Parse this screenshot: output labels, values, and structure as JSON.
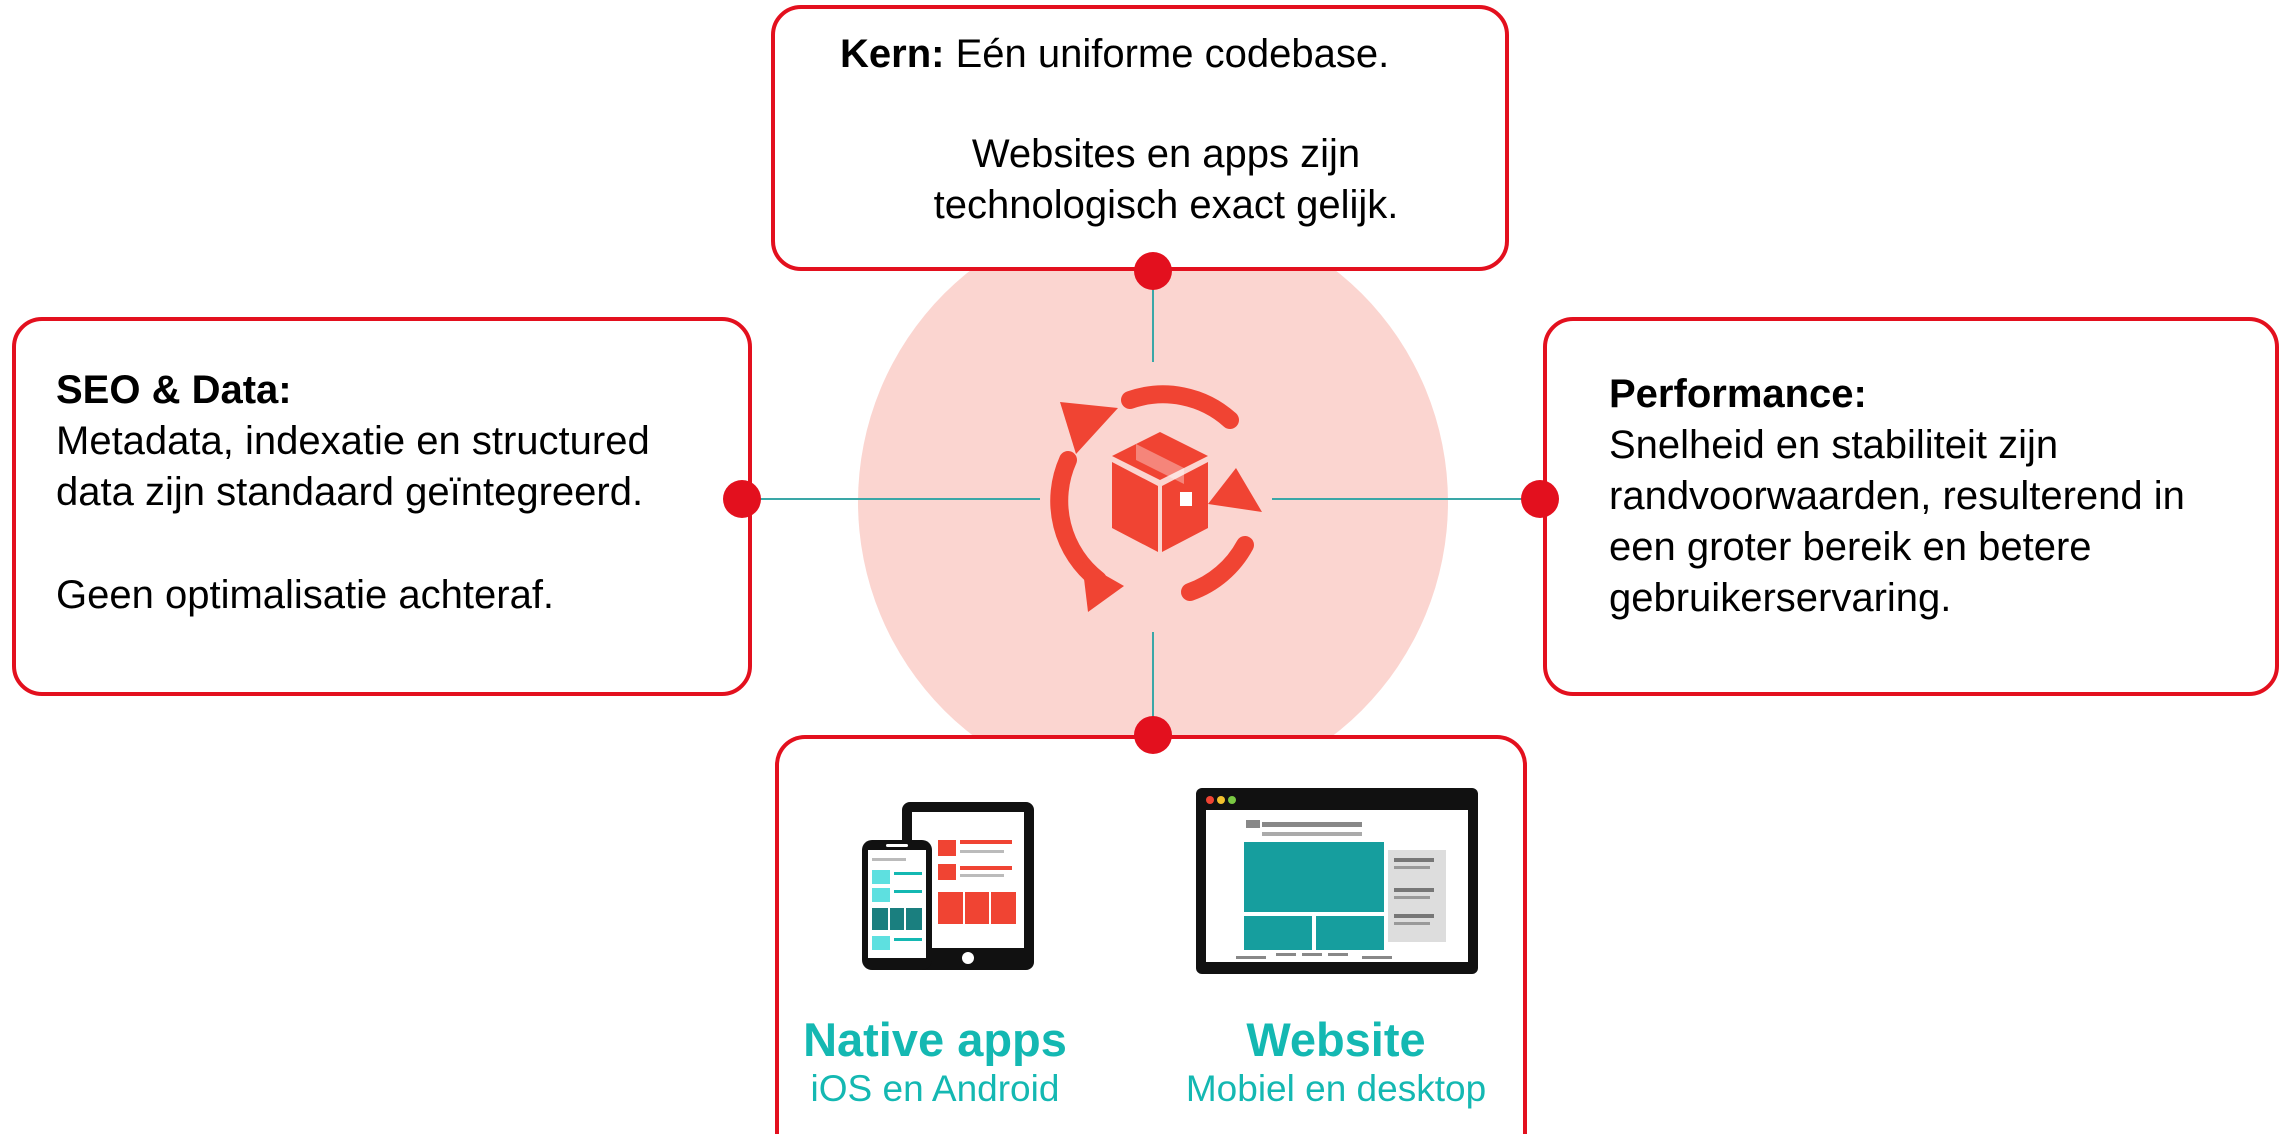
{
  "center_icon": "box-cycle-icon",
  "core": {
    "heading": "Kern:",
    "heading_text": " Eén uniforme codebase.",
    "line1": "Websites en apps zijn",
    "line2": "technologisch exact gelijk."
  },
  "seo": {
    "heading": "SEO & Data:",
    "line1": "Metadata, indexatie en structured",
    "line2": "data zijn standaard geïntegreerd.",
    "line3": "Geen optimalisatie achteraf."
  },
  "performance": {
    "heading": "Performance:",
    "line1": "Snelheid en stabiliteit zijn",
    "line2": "randvoorwaarden, resulterend in",
    "line3": "een groter bereik en betere",
    "line4": "gebruikerservaring."
  },
  "platforms": {
    "apps_icon": "mobile-tablet-icon",
    "apps_title": "Native apps",
    "apps_sub": "iOS en Android",
    "web_icon": "desktop-browser-icon",
    "web_title": "Website",
    "web_sub": "Mobiel en desktop"
  },
  "colors": {
    "accent_red": "#e3101e",
    "icon_red": "#f04433",
    "circle_fill": "#fbd5d0",
    "teal": "#14b8b2",
    "line_teal": "#3aa7a7"
  }
}
